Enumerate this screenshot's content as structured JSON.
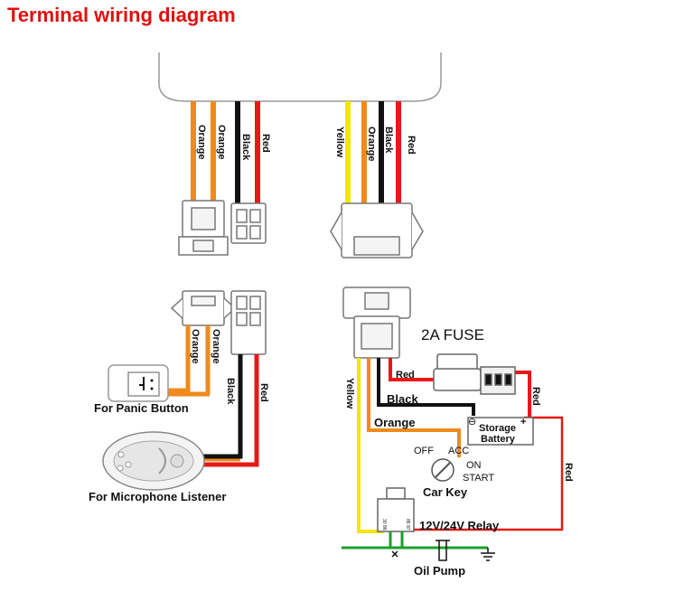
{
  "title": "Terminal wiring diagram",
  "wire_labels": {
    "orange1": "Orange",
    "orange2": "Orange",
    "black1": "Black",
    "red1": "Red",
    "yellow1": "Yellow",
    "orange3": "Orange",
    "black2": "Black",
    "red2": "Red",
    "orange_btn1": "Orange",
    "orange_btn2": "Orange",
    "black_mic": "Black",
    "red_mic": "Red",
    "yellow_v": "Yellow",
    "red_fuse": "Red",
    "black_h": "Black",
    "orange_h": "Orange",
    "red_batt": "Red",
    "red_right": "Red"
  },
  "components": {
    "fuse": "2A FUSE",
    "battery_line1": "Storage",
    "battery_line2": "Battery",
    "battery_minus": "⊖",
    "battery_plus": "+",
    "key_off": "OFF",
    "key_acc": "ACC",
    "key_on": "ON",
    "key_start": "START",
    "car_key": "Car Key",
    "relay": "12V/24V Relay",
    "oil_pump": "Oil Pump",
    "panic_button": "For Panic Button",
    "microphone": "For Microphone Listener",
    "relay_pins_left": "30 86",
    "relay_pins_right": "85 87"
  },
  "colors": {
    "orange": "#f08a1c",
    "black": "#111111",
    "red": "#e81818",
    "yellow": "#f5e600",
    "green": "#1aa02a",
    "title": "#e01010"
  }
}
